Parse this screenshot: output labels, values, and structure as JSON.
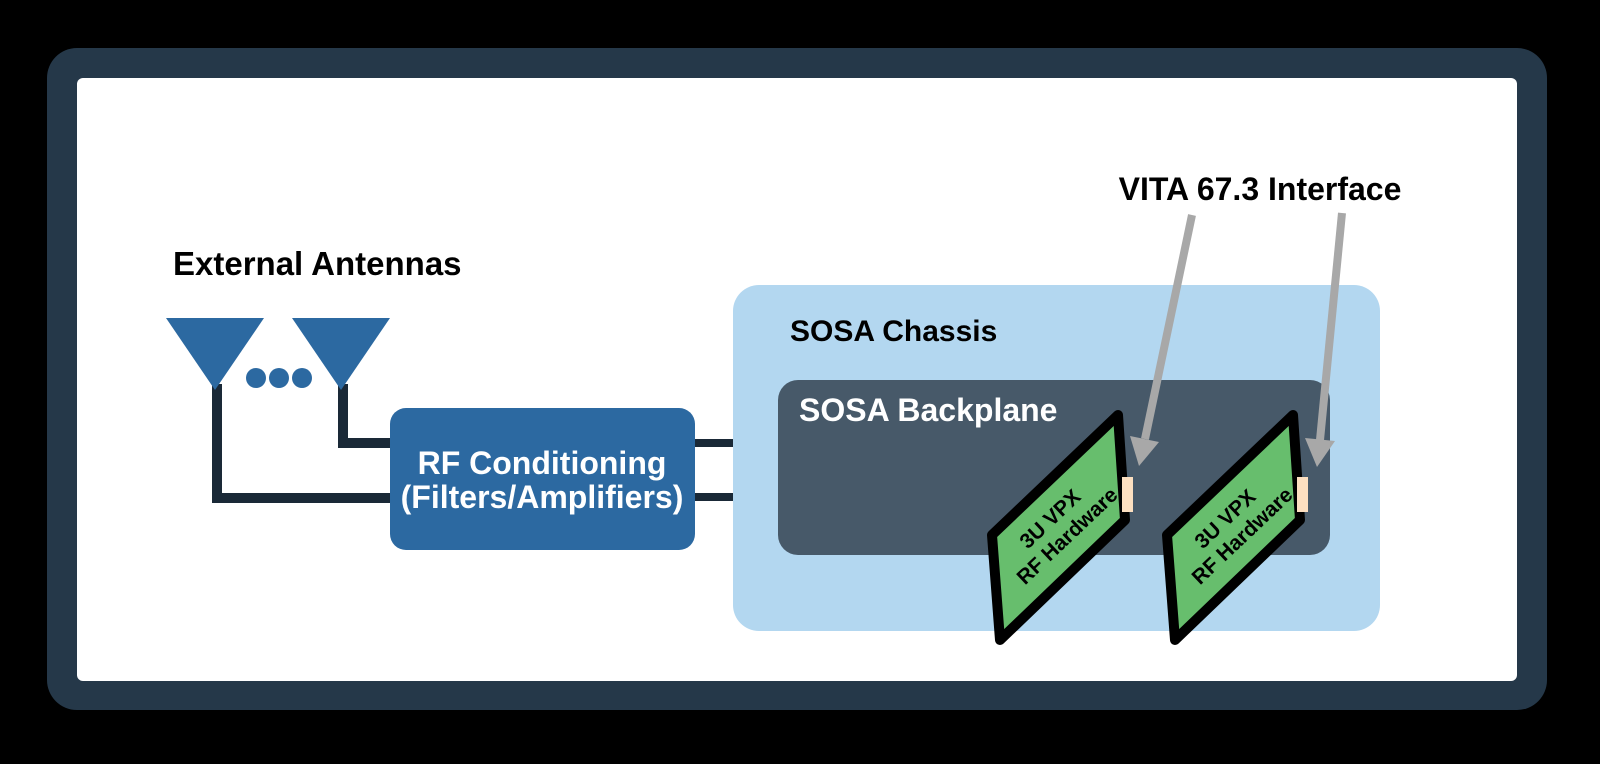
{
  "colors": {
    "frame": "#253849",
    "panel": "#ffffff",
    "wire": "#1a2937",
    "node_blue": "#2c69a1",
    "chassis_fill": "#b3d7f0",
    "backplane_fill": "#475969",
    "card_fill": "#67be6d",
    "card_border": "#000000",
    "connector_fill": "#fcdfc0",
    "arrow_gray": "#a8a8a8",
    "text_dark": "#000000",
    "text_light": "#ffffff"
  },
  "labels": {
    "external_antennas": "External Antennas",
    "vita_interface": "VITA 67.3 Interface",
    "chassis": "SOSA Chassis",
    "backplane": "SOSA Backplane"
  },
  "rf_box": {
    "line1": "RF Conditioning",
    "line2": "(Filters/Amplifiers)"
  },
  "cards": [
    {
      "line1": "3U VPX",
      "line2": "RF Hardware"
    },
    {
      "line1": "3U VPX",
      "line2": "RF Hardware"
    }
  ]
}
